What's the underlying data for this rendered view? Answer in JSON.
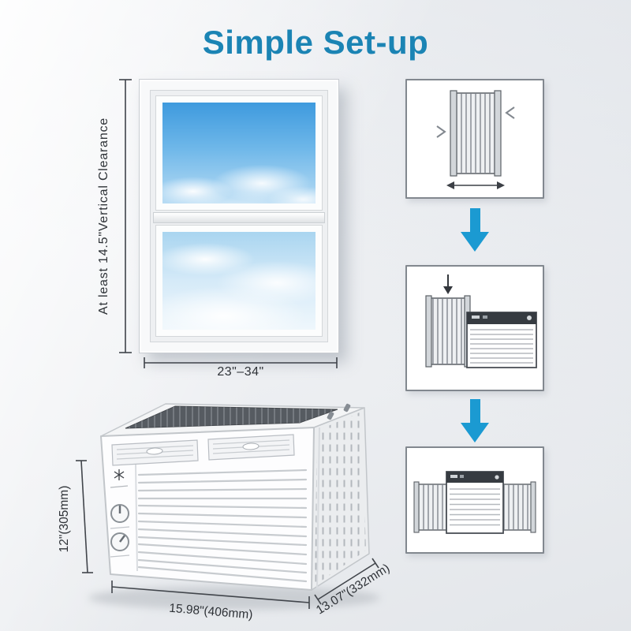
{
  "title": "Simple Set-up",
  "window": {
    "clearance_label": "At least 14.5\"Vertical Clearance",
    "width_label": "23\"–34\""
  },
  "ac_unit": {
    "height_label": "12\"(305mm)",
    "width_label": "15.98\"(406mm)",
    "depth_label": "13.07\"(332mm)"
  },
  "steps": [
    {
      "icon": "side-panel-extend-icon"
    },
    {
      "icon": "panel-insert-into-unit-icon"
    },
    {
      "icon": "assembled-unit-icon"
    }
  ],
  "colors": {
    "title": "#1b84b4",
    "arrow": "#1b9ad2",
    "dimension": "#2e3237",
    "sky": "#3e9ade"
  }
}
